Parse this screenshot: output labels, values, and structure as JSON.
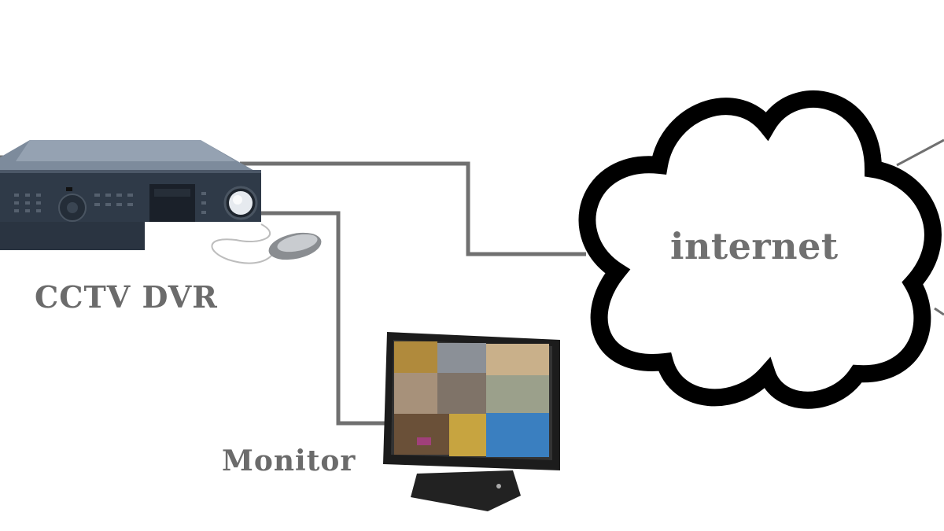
{
  "diagram": {
    "title": "CCTV DVR internet connection diagram",
    "nodes": [
      {
        "id": "dvr",
        "label": "CCTV DVR",
        "icon": "dvr-recorder-icon"
      },
      {
        "id": "mouse",
        "label": "",
        "icon": "mouse-icon"
      },
      {
        "id": "monitor",
        "label": "Monitor",
        "icon": "monitor-icon"
      },
      {
        "id": "internet",
        "label": "internet",
        "icon": "cloud-icon"
      }
    ],
    "edges": [
      {
        "from": "dvr",
        "to": "internet"
      },
      {
        "from": "dvr",
        "to": "monitor"
      },
      {
        "from": "dvr",
        "to": "mouse"
      },
      {
        "from": "internet",
        "to": "offscreen-upper-right"
      },
      {
        "from": "internet",
        "to": "offscreen-lower-right"
      }
    ],
    "colors": {
      "connector": "#707070",
      "cloud_outline": "#000000",
      "label_text": "#6b6b6b",
      "dvr_body": "#3a4656",
      "monitor_frame": "#1c1c1c"
    }
  }
}
